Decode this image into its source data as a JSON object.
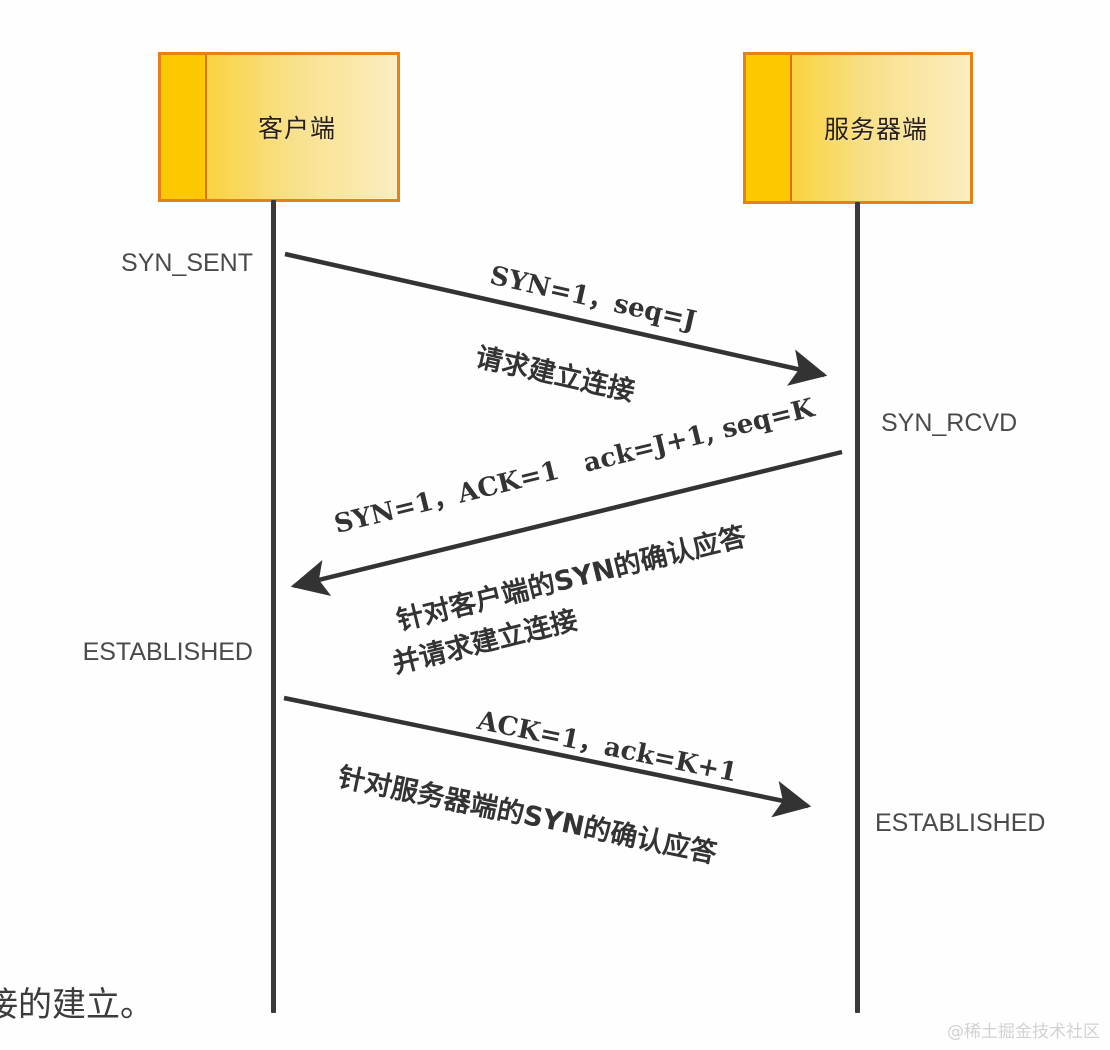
{
  "diagram": {
    "title_nodes": {
      "client": "客户端",
      "server": "服务器端"
    },
    "states": {
      "client_syn_sent": "SYN_SENT",
      "client_established": "ESTABLISHED",
      "server_syn_rcvd": "SYN_RCVD",
      "server_established": "ESTABLISHED"
    },
    "messages": [
      {
        "direction": "client-to-server",
        "flags": "SYN=1，seq=J",
        "description": "请求建立连接"
      },
      {
        "direction": "server-to-client",
        "flags": "SYN=1，ACK=1　ack=J+1, seq=K",
        "description_line1": "针对客户端的SYN的确认应答",
        "description_line2": "并请求建立连接"
      },
      {
        "direction": "client-to-server",
        "flags": "ACK=1，ack=K+1",
        "description": "针对服务器端的SYN的确认应答"
      }
    ],
    "caption": "接的建立。",
    "watermark": "@稀土掘金技术社区",
    "colors": {
      "box_border": "#e8801a",
      "box_fill_left": "#fcc800",
      "box_fill_right": "#fbeec0",
      "lifeline": "#3a3a3a",
      "arrow": "#333333",
      "state_text": "#4a4a4a",
      "watermark": "#d2d2d2"
    }
  }
}
